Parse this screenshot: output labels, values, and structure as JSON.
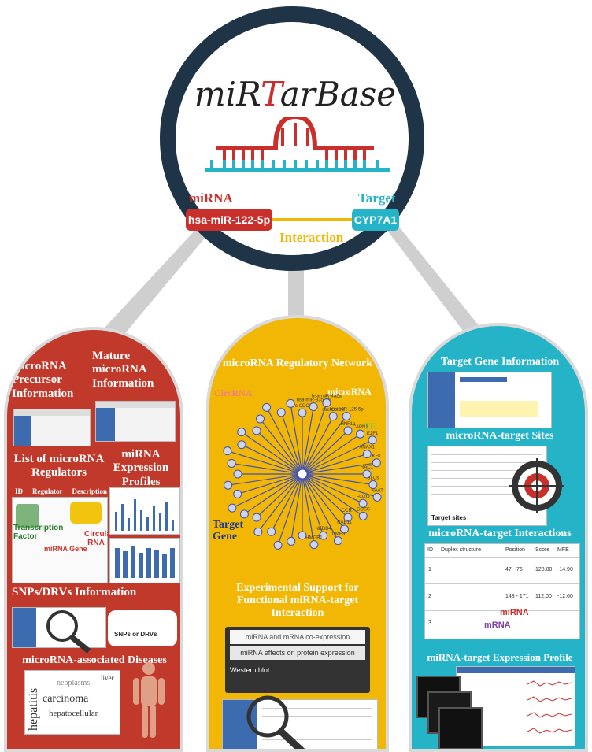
{
  "logo": {
    "text_pre": "miR",
    "text_red": "T",
    "text_post": "arBase"
  },
  "interaction": {
    "mirna_label": "miRNA",
    "target_label": "Target",
    "mirna_name": "hsa-miR-122-5p",
    "target_name": "CYP7A1",
    "interaction_label": "Interaction"
  },
  "left_panel": {
    "precursor": "microRNA Precursor Information",
    "mature": "Mature microRNA Information",
    "regulators": "List of microRNA Regulators",
    "expression": "miRNA Expression Profiles",
    "table_headers": [
      "ID",
      "Regulator",
      "Description"
    ],
    "transcription_factor": "Transcription Factor",
    "circular_rna": "Circular RNA",
    "mirna_gene": "miRNA Gene",
    "snps": "SNPs/DRVs Information",
    "snps_or_drvs": "SNPs or DRVs",
    "diseases": "microRNA-associated Diseases",
    "disease_words": [
      "hepatitis",
      "carcinoma",
      "hepatocellular",
      "neoplasms",
      "liver"
    ]
  },
  "middle_panel": {
    "network_title": "microRNA Regulatory Network",
    "circrna": "CircRNA",
    "microrna": "microRNA",
    "tf": "TF",
    "target_gene": "Target Gene",
    "nodes": [
      "circ-CDC27",
      "hsa-miR-335-5p",
      "hsa-miR-4a2a",
      "circ-CHD9",
      "hsa-miR-125-5p",
      "HNF1a",
      "CAPN1",
      "E2F1",
      "ANAX1",
      "KFK",
      "RAC1",
      "SLCs",
      "NAAT",
      "FOXO",
      "GOSS",
      "CCR7",
      "RAB11",
      "TIMP3",
      "NEDD4",
      "HMGB1"
    ],
    "support_title": "Experimental Support for Functional miRNA-target Interaction",
    "methods": [
      "miRNA and mRNA co-expression",
      "miRNA effects on protein expression",
      "Western blot"
    ]
  },
  "right_panel": {
    "gene_info": "Target Gene Information",
    "sites": "microRNA-target Sites",
    "interactions": "microRNA-target Interactions",
    "table_headers": [
      "ID",
      "Duplex structure",
      "Position",
      "Score",
      "MFE"
    ],
    "rows": [
      {
        "id": "1",
        "position": "47 - 76",
        "score": "128.00",
        "mfe": "-14.90"
      },
      {
        "id": "2",
        "position": "148 - 171",
        "score": "112.00",
        "mfe": "-12.60"
      },
      {
        "id": "3",
        "position": "",
        "score": "",
        "mfe": ""
      }
    ],
    "mirna_tag": "miRNA",
    "mrna_tag": "mRNA",
    "target_sites_label": "Target sites",
    "expression": "miRNA-target Expression Profile"
  }
}
